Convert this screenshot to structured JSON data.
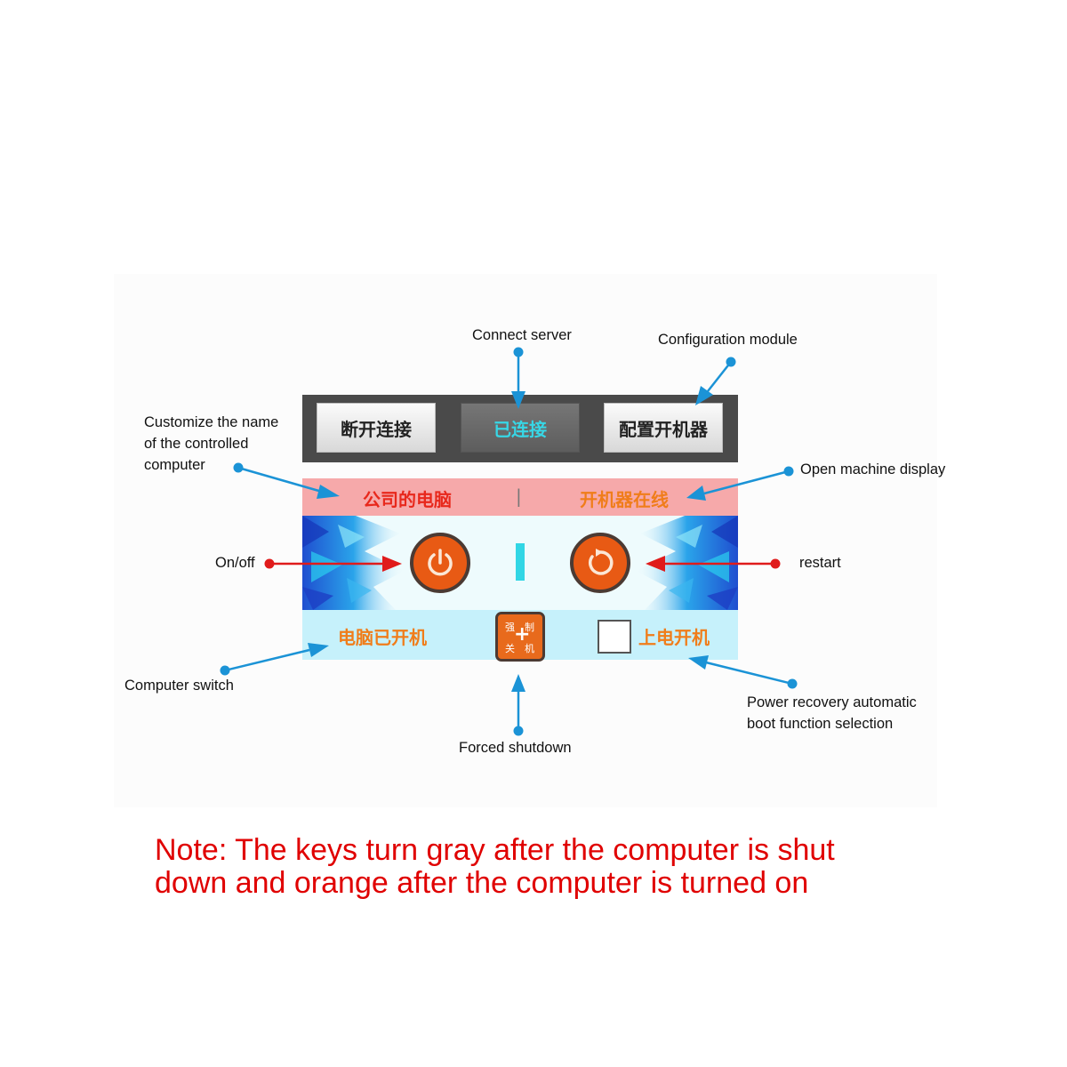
{
  "annotations": {
    "connect_server": "Connect server",
    "configuration_module": "Configuration module",
    "customize_name_lines": [
      "Customize the name",
      "of the controlled",
      "computer"
    ],
    "open_machine_display": "Open machine display",
    "on_off": "On/off",
    "restart": "restart",
    "computer_switch": "Computer switch",
    "power_recovery_lines": [
      "Power recovery automatic",
      "boot function selection"
    ],
    "forced_shutdown": "Forced shutdown"
  },
  "panel": {
    "toolbar": {
      "disconnect_label": "断开连接",
      "connected_label": "已连接",
      "configure_label": "配置开机器"
    },
    "status_bar": {
      "computer_name": "公司的电脑",
      "separator": "|",
      "device_status": "开机器在线"
    },
    "bottom_bar": {
      "computer_state": "电脑已开机",
      "force_shutdown_chars": [
        "强",
        "制",
        "关",
        "机"
      ],
      "force_shutdown_plus": "+",
      "power_on_label": "上电开机"
    }
  },
  "icons": {
    "power": "power-icon",
    "restart": "restart-icon",
    "force_shutdown": "force-shutdown-icon",
    "checkbox": "checkbox-unchecked"
  },
  "colors": {
    "orange_text": "#f07d1a",
    "red_text": "#e8281c",
    "cyan_accent": "#31d6e5",
    "status_bar_bg": "#f6a9aa",
    "arrow_blue": "#1b93d6",
    "arrow_red": "#e01b1b",
    "note_red": "#e00000"
  },
  "note_lines": [
    "Note: The keys turn gray after the computer is shut",
    "down and orange after the computer is turned on"
  ]
}
